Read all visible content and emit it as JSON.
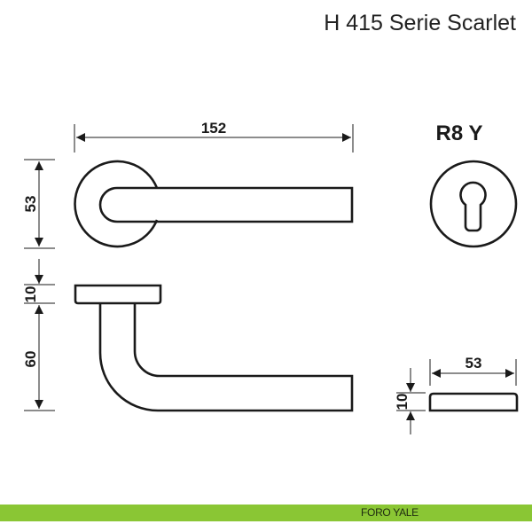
{
  "title": "H 415 Serie Scarlet",
  "rosette_model": "R8 Y",
  "dimensions": {
    "lever_length": "152",
    "rose_diameter": "53",
    "rose_thickness": "10",
    "lever_height": "60",
    "escutcheon_diameter": "53",
    "escutcheon_thickness": "10"
  },
  "footer": {
    "label": "FORO YALE",
    "color": "#8ac634"
  }
}
